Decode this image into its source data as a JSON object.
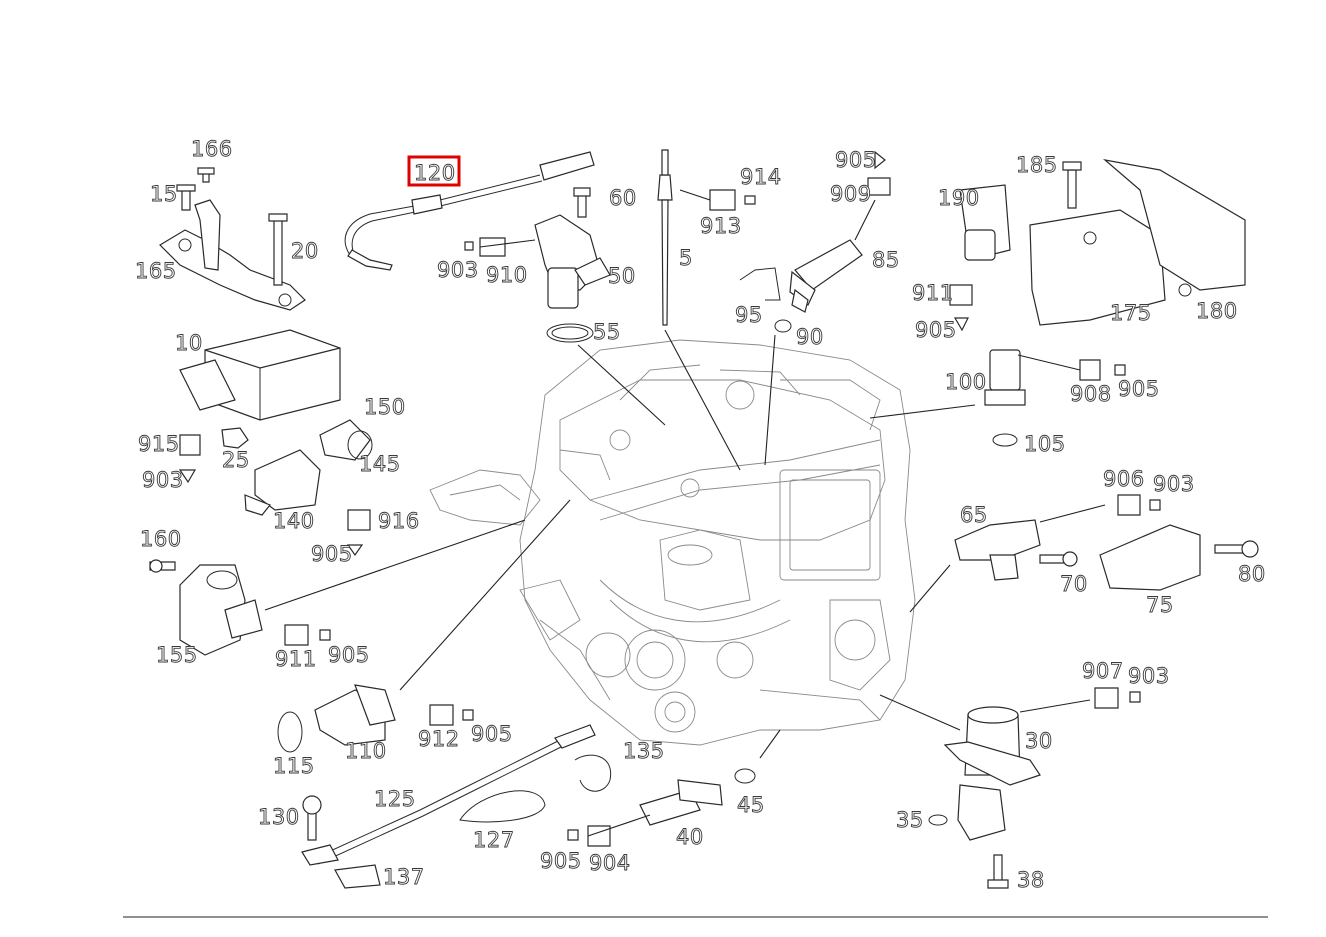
{
  "diagram": {
    "highlight_color": "#e00000",
    "highlighted_callout": "120",
    "callouts": {
      "c166": "166",
      "c15": "15",
      "c20": "20",
      "c165": "165",
      "c120": "120",
      "c60": "60",
      "c903a": "903",
      "c910": "910",
      "c50": "50",
      "c55": "55",
      "c5": "5",
      "c914": "914",
      "c913": "913",
      "c905a": "905",
      "c909": "909",
      "c85": "85",
      "c95": "95",
      "c90": "90",
      "c185": "185",
      "c190": "190",
      "c911a": "911",
      "c905b": "905",
      "c175": "175",
      "c180": "180",
      "c10": "10",
      "c915": "915",
      "c903b": "903",
      "c25": "25",
      "c150": "150",
      "c145": "145",
      "c140": "140",
      "c916": "916",
      "c905c": "905",
      "c100": "100",
      "c908": "908",
      "c905d": "905",
      "c105": "105",
      "c906": "906",
      "c903c": "903",
      "c65": "65",
      "c70": "70",
      "c75": "75",
      "c80": "80",
      "c160": "160",
      "c155": "155",
      "c911b": "911",
      "c905e": "905",
      "c115": "115",
      "c110": "110",
      "c912": "912",
      "c905f": "905",
      "c907": "907",
      "c903d": "903",
      "c30": "30",
      "c135": "135",
      "c125": "125",
      "c130": "130",
      "c127": "127",
      "c45": "45",
      "c40": "40",
      "c905g": "905",
      "c904": "904",
      "c137": "137",
      "c35": "35",
      "c38": "38"
    }
  }
}
